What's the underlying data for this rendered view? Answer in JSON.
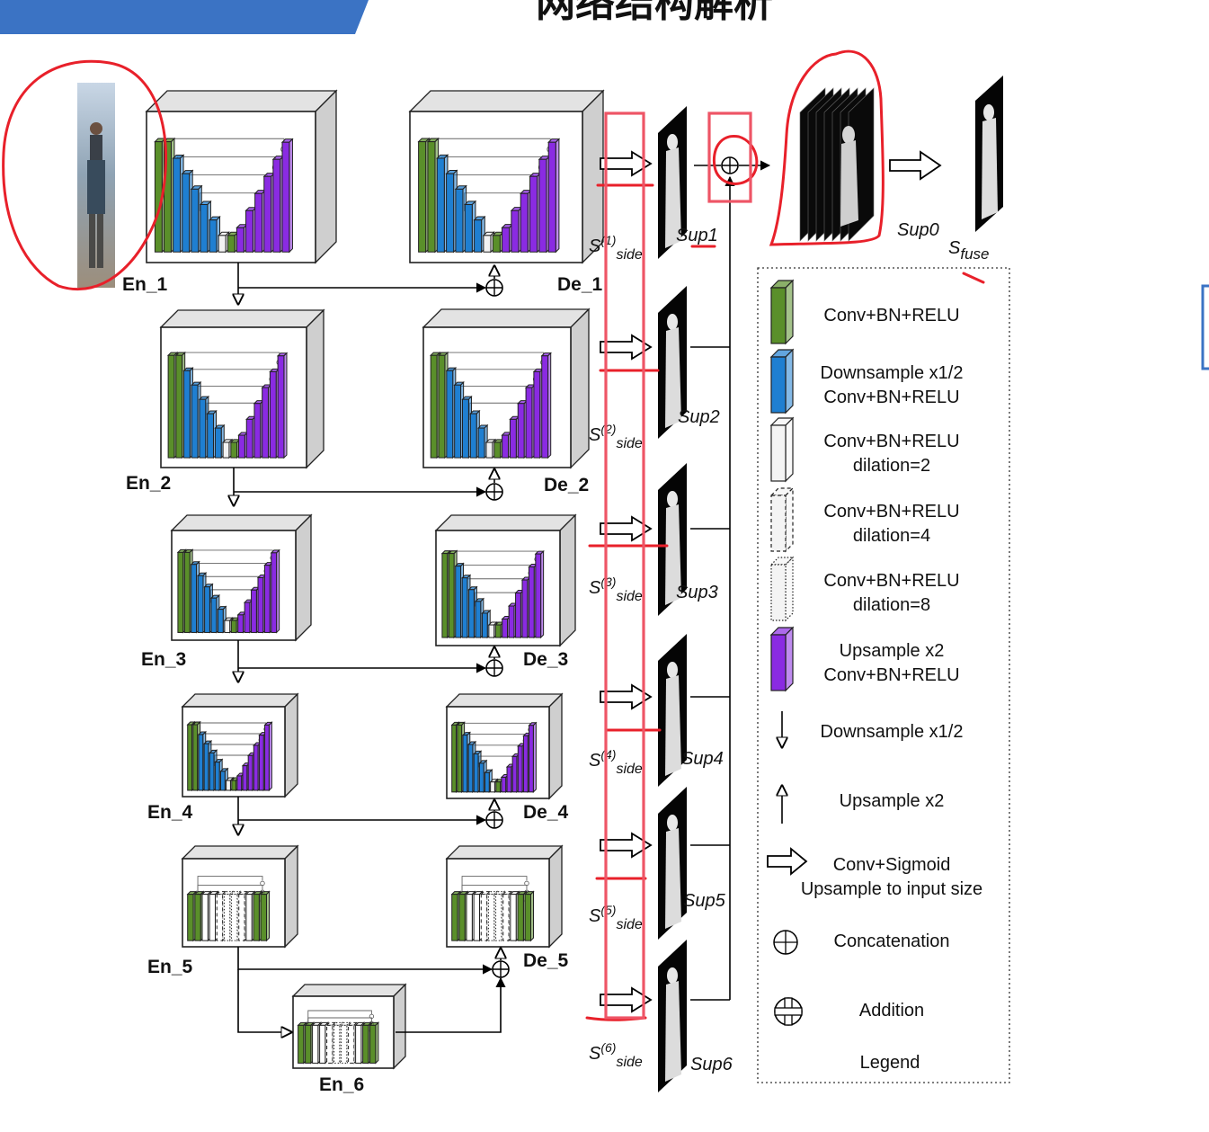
{
  "header": {
    "banner_color": "#3b73c4",
    "title": "网络结构解析"
  },
  "encoders": [
    {
      "label": "En_1",
      "kind": "full"
    },
    {
      "label": "En_2",
      "kind": "full"
    },
    {
      "label": "En_3",
      "kind": "full"
    },
    {
      "label": "En_4",
      "kind": "full"
    },
    {
      "label": "En_5",
      "kind": "dilated"
    },
    {
      "label": "En_6",
      "kind": "dilated"
    }
  ],
  "decoders": [
    {
      "label": "De_1",
      "kind": "full"
    },
    {
      "label": "De_2",
      "kind": "full"
    },
    {
      "label": "De_3",
      "kind": "full"
    },
    {
      "label": "De_4",
      "kind": "full"
    },
    {
      "label": "De_5",
      "kind": "dilated"
    }
  ],
  "side_outputs": [
    {
      "s_main": "S",
      "s_sup": "(1)",
      "s_sub": "side",
      "sup_label": "Sup1"
    },
    {
      "s_main": "S",
      "s_sup": "(2)",
      "s_sub": "side",
      "sup_label": "Sup2"
    },
    {
      "s_main": "S",
      "s_sup": "(3)",
      "s_sub": "side",
      "sup_label": "Sup3"
    },
    {
      "s_main": "S",
      "s_sup": "(4)",
      "s_sub": "side",
      "sup_label": "Sup4"
    },
    {
      "s_main": "S",
      "s_sup": "(5)",
      "s_sub": "side",
      "sup_label": "Sup5"
    },
    {
      "s_main": "S",
      "s_sup": "(6)",
      "s_sub": "side",
      "sup_label": "Sup6"
    }
  ],
  "fuse": {
    "sup0_label": "Sup0",
    "s_main": "S",
    "s_sub": "fuse"
  },
  "legend": {
    "title": "Legend",
    "items": [
      {
        "swatch": "green-block",
        "lines": [
          "Conv+BN+RELU"
        ]
      },
      {
        "swatch": "blue-block",
        "lines": [
          "Downsample x1/2",
          "Conv+BN+RELU"
        ]
      },
      {
        "swatch": "white-block",
        "lines": [
          "Conv+BN+RELU",
          "dilation=2"
        ]
      },
      {
        "swatch": "dashed-block",
        "lines": [
          "Conv+BN+RELU",
          "dilation=4"
        ]
      },
      {
        "swatch": "dotted-block",
        "lines": [
          "Conv+BN+RELU",
          "dilation=8"
        ]
      },
      {
        "swatch": "purple-block",
        "lines": [
          "Upsample x2",
          "Conv+BN+RELU"
        ]
      },
      {
        "swatch": "down-arrow",
        "lines": [
          "Downsample x1/2"
        ]
      },
      {
        "swatch": "up-arrow",
        "lines": [
          "Upsample x2"
        ]
      },
      {
        "swatch": "hollow-arrow",
        "lines": [
          "Conv+Sigmoid",
          "Upsample to input size"
        ]
      },
      {
        "swatch": "concat-symbol",
        "lines": [
          "Concatenation"
        ]
      },
      {
        "swatch": "add-symbol",
        "lines": [
          "Addition"
        ]
      }
    ]
  },
  "colors": {
    "green": "#5a8f2a",
    "blue": "#1f7fd1",
    "purple": "#8a2be2",
    "annotation_red": "#e8202a",
    "highlight_pink": "#ee5566"
  }
}
